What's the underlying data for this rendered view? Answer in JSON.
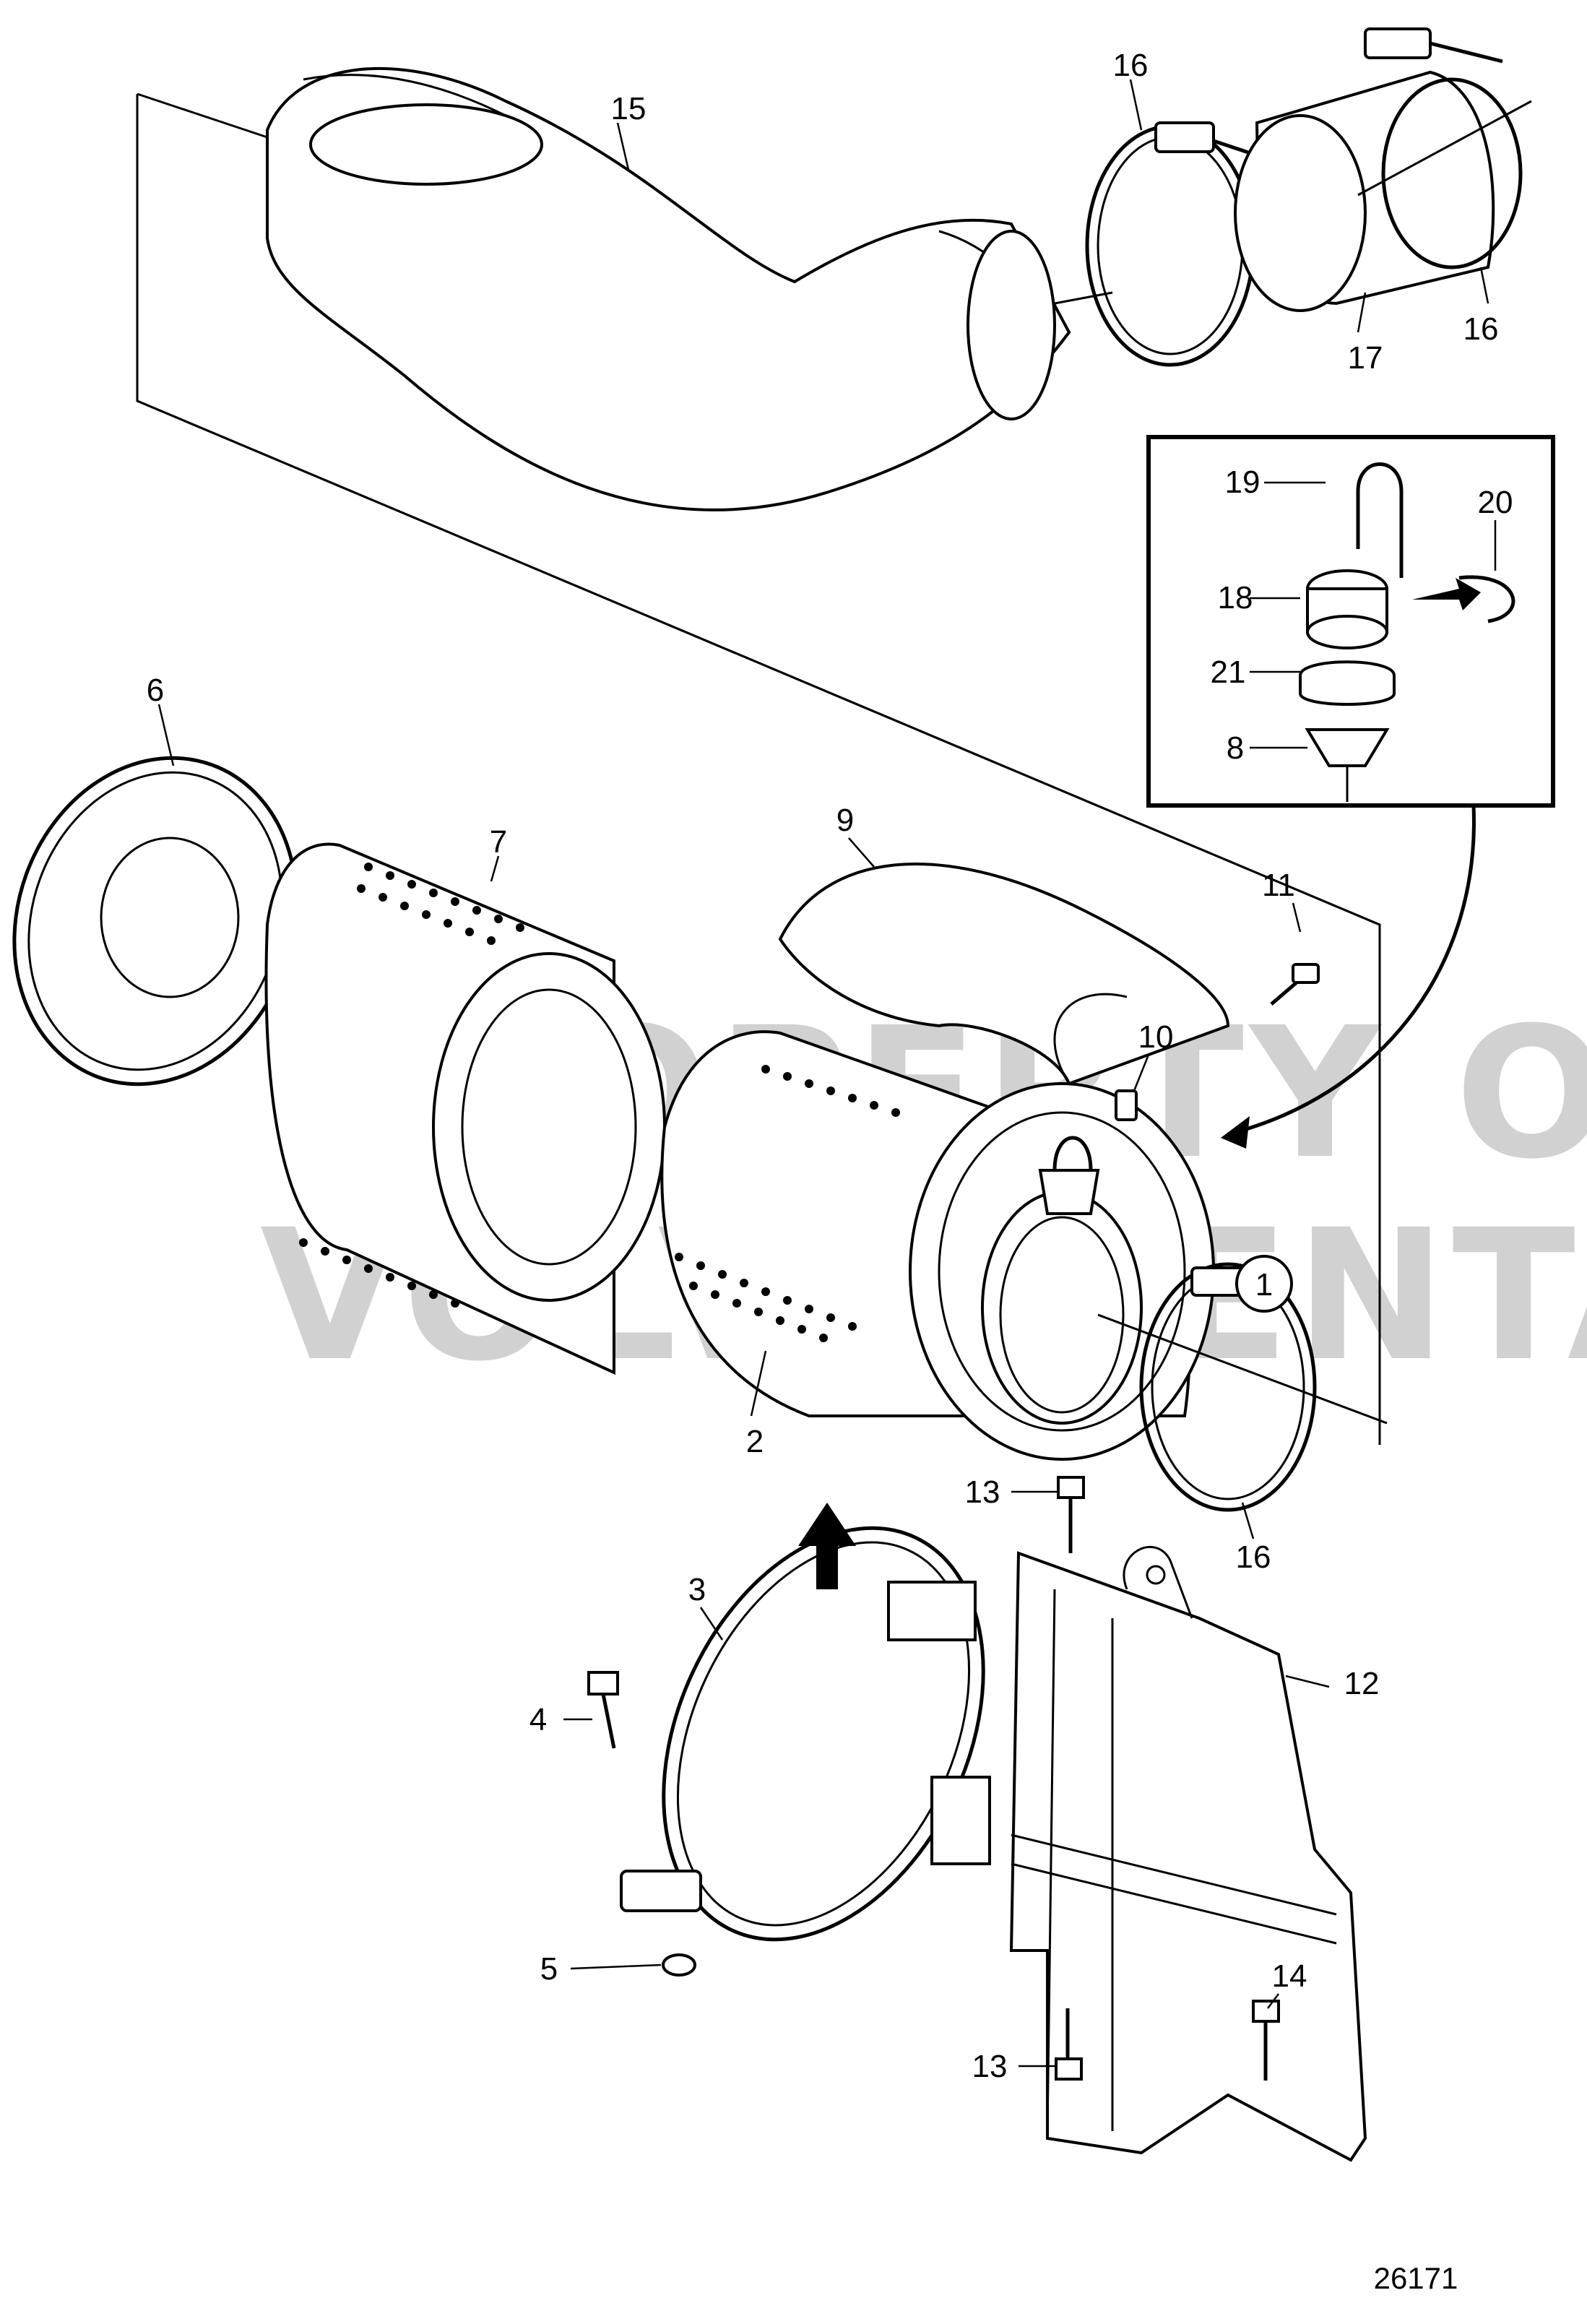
{
  "watermark": {
    "line1": "PROPERTY OF",
    "line2": "VOLVO PENTA"
  },
  "callouts": {
    "c1": "1",
    "c2": "2",
    "c3": "3",
    "c4": "4",
    "c5": "5",
    "c6": "6",
    "c7": "7",
    "c8": "8",
    "c9": "9",
    "c10": "10",
    "c11": "11",
    "c12": "12",
    "c13a": "13",
    "c13b": "13",
    "c14": "14",
    "c15": "15",
    "c16a": "16",
    "c16b": "16",
    "c16c": "16",
    "c17": "17",
    "c18": "18",
    "c19": "19",
    "c20": "20",
    "c21": "21"
  },
  "drawing_number": "26171"
}
